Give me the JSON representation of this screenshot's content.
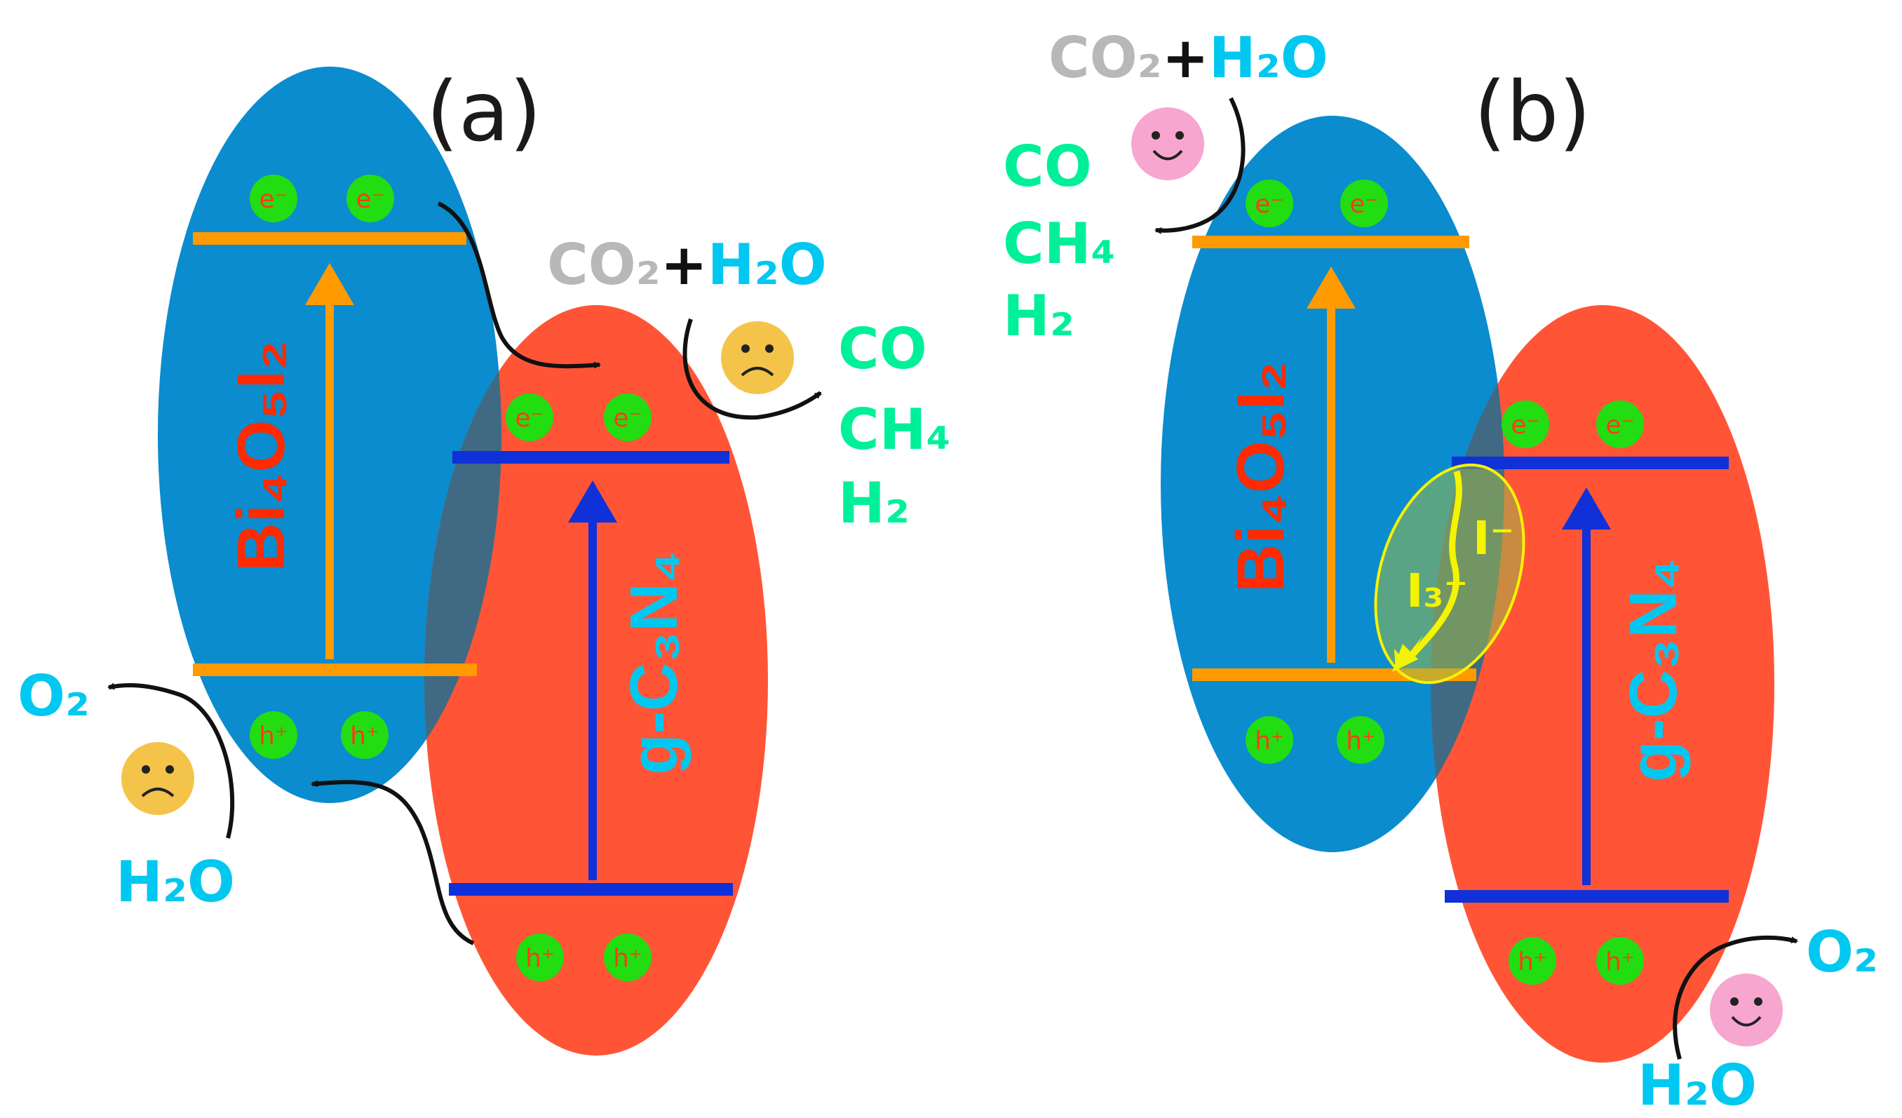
{
  "panels": [
    {
      "label": "(a)",
      "top_material": "Bi₄O₅I₂",
      "bottom_material": "g-C₃N₄",
      "reduction": {
        "co2": "CO₂",
        "plus": "+",
        "h2o": "H₂O",
        "products": [
          "CO",
          "CH₄",
          "H₂"
        ],
        "face": "sad-face-icon"
      },
      "oxidation": {
        "reactant": "H₂O",
        "product": "O₂",
        "face": "sad-face-icon"
      },
      "electron_label": "e⁻",
      "hole_label": "h⁺"
    },
    {
      "label": "(b)",
      "top_material": "Bi₄O₅I₂",
      "bottom_material": "g-C₃N₄",
      "reduction": {
        "co2": "CO₂",
        "plus": "+",
        "h2o": "H₂O",
        "products": [
          "CO",
          "CH₄",
          "H₂"
        ],
        "face": "happy-face-icon"
      },
      "oxidation": {
        "reactant": "H₂O",
        "product": "O₂",
        "face": "happy-face-icon"
      },
      "electron_label": "e⁻",
      "hole_label": "h⁺",
      "mediator": {
        "i_minus": "I⁻",
        "i3_minus": "I₃⁻"
      }
    }
  ],
  "colors": {
    "blue_ellipse": "#0a8ccf",
    "red_ellipse": "#ff5536",
    "orange_band": "#ff9a00",
    "blue_band": "#1030d8",
    "carrier_green": "#22dd11",
    "carrier_text": "#ff3b1a",
    "cyan_text": "#00c8f0",
    "green_text": "#00f09a",
    "red_text": "#ff2a00",
    "grey_text": "#b8b8b8",
    "mediator_yellow": "#f4f400"
  }
}
